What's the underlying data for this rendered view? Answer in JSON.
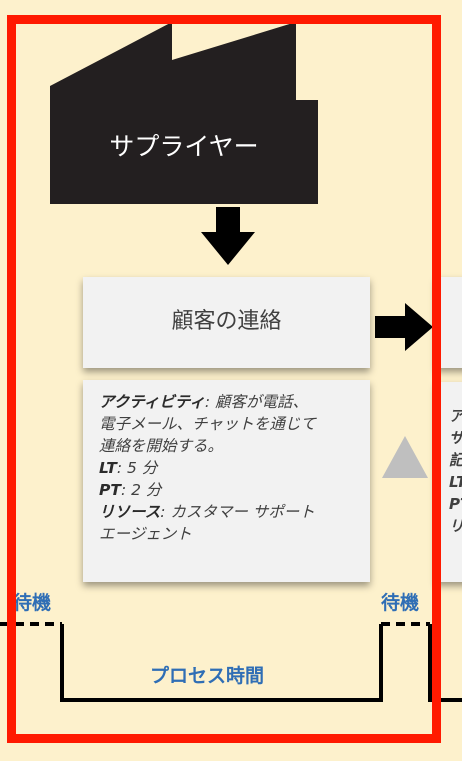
{
  "supplier": {
    "label": "サプライヤー",
    "icon": "factory-icon"
  },
  "process": {
    "title": "顧客の連絡"
  },
  "info": {
    "activity_label": "アクティビティ",
    "activity_line1": ": 顧客が電話、",
    "activity_line2": "電子メール、チャットを通じて",
    "activity_line3": "連絡を開始する。",
    "lt_label": "LT",
    "lt_value": ": 5 分",
    "pt_label": "PT",
    "pt_value": ": 2 分",
    "resource_label": "リソース",
    "resource_line1": ": カスタマー サポート",
    "resource_line2": "エージェント"
  },
  "next_info_partial": {
    "line1": "ア",
    "line2": "サ",
    "line3": "記",
    "line4": "LT",
    "line5": "PT",
    "line6": "リ"
  },
  "timeline": {
    "wait_left": "待機",
    "wait_right": "待機",
    "process_time": "プロセス時間"
  },
  "colors": {
    "background": "#fdf1cc",
    "frame": "#ff1a00",
    "factory": "#231f20",
    "box": "#f2f2f2",
    "timeline_text": "#2f6eb5",
    "triangle": "#bfbfbf"
  }
}
